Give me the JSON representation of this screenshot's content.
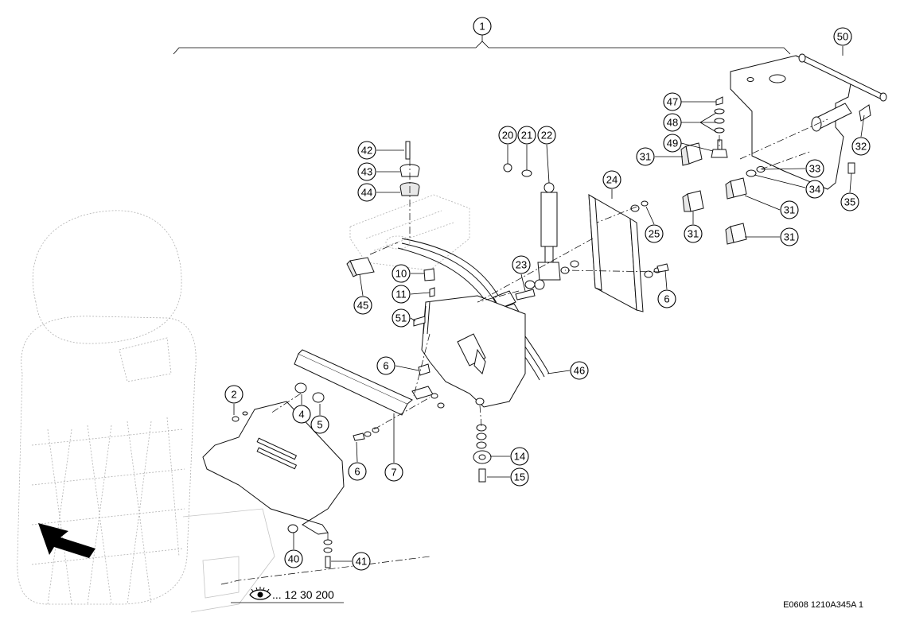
{
  "assembly_number": "1",
  "callouts": [
    {
      "id": "c-50",
      "label": "50"
    },
    {
      "id": "c-47",
      "label": "47"
    },
    {
      "id": "c-48",
      "label": "48"
    },
    {
      "id": "c-49",
      "label": "49"
    },
    {
      "id": "c-32",
      "label": "32"
    },
    {
      "id": "c-33",
      "label": "33"
    },
    {
      "id": "c-34",
      "label": "34"
    },
    {
      "id": "c-35",
      "label": "35"
    },
    {
      "id": "c-31a",
      "label": "31"
    },
    {
      "id": "c-31b",
      "label": "31"
    },
    {
      "id": "c-31c",
      "label": "31"
    },
    {
      "id": "c-31d",
      "label": "31"
    },
    {
      "id": "c-20",
      "label": "20"
    },
    {
      "id": "c-21",
      "label": "21"
    },
    {
      "id": "c-22",
      "label": "22"
    },
    {
      "id": "c-24",
      "label": "24"
    },
    {
      "id": "c-25",
      "label": "25"
    },
    {
      "id": "c-42",
      "label": "42"
    },
    {
      "id": "c-43",
      "label": "43"
    },
    {
      "id": "c-44",
      "label": "44"
    },
    {
      "id": "c-45",
      "label": "45"
    },
    {
      "id": "c-10",
      "label": "10"
    },
    {
      "id": "c-11",
      "label": "11"
    },
    {
      "id": "c-23",
      "label": "23"
    },
    {
      "id": "c-6a",
      "label": "6"
    },
    {
      "id": "c-51",
      "label": "51"
    },
    {
      "id": "c-6b",
      "label": "6"
    },
    {
      "id": "c-46",
      "label": "46"
    },
    {
      "id": "c-2",
      "label": "2"
    },
    {
      "id": "c-4",
      "label": "4"
    },
    {
      "id": "c-5",
      "label": "5"
    },
    {
      "id": "c-6c",
      "label": "6"
    },
    {
      "id": "c-7",
      "label": "7"
    },
    {
      "id": "c-14",
      "label": "14"
    },
    {
      "id": "c-15",
      "label": "15"
    },
    {
      "id": "c-40",
      "label": "40"
    },
    {
      "id": "c-41",
      "label": "41"
    }
  ],
  "reference": {
    "eye_icon": "eye-icon",
    "text": "... 12 30 200"
  },
  "drawing_code": "E0608 1210A345A 1",
  "colors": {
    "line": "#111111",
    "ghost": "#b0b0b0",
    "background": "#ffffff"
  }
}
